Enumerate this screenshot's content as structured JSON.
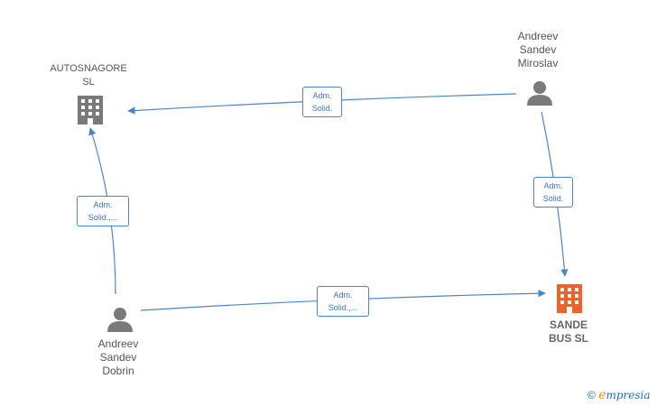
{
  "nodes": {
    "autosnagore": {
      "name_line1": "AUTOSNAGORE",
      "name_line2": "SL",
      "type": "company",
      "color": "#7a7a7a"
    },
    "sande_bus": {
      "name_line1": "SANDE",
      "name_line2": "BUS  SL",
      "type": "company",
      "color": "#f0622a"
    },
    "miroslav": {
      "line1": "Andreev",
      "line2": "Sandev",
      "line3": "Miroslav",
      "type": "person",
      "color": "#7a7a7a"
    },
    "dobrin": {
      "line1": "Andreev",
      "line2": "Sandev",
      "line3": "Dobrin",
      "type": "person",
      "color": "#7a7a7a"
    }
  },
  "edges": {
    "miroslav_to_autosnagore": {
      "line1": "Adm.",
      "line2": "Solid."
    },
    "miroslav_to_sande": {
      "line1": "Adm.",
      "line2": "Solid."
    },
    "dobrin_to_autosnagore": {
      "line1": "Adm.",
      "line2": "Solid.,..."
    },
    "dobrin_to_sande": {
      "line1": "Adm.",
      "line2": "Solid.,..."
    }
  },
  "colors": {
    "edge": "#4a86c8",
    "icon_gray": "#7a7a7a",
    "icon_orange": "#f0622a"
  },
  "footer": {
    "copyright": "©",
    "e": "e",
    "brand": "mpresia"
  }
}
